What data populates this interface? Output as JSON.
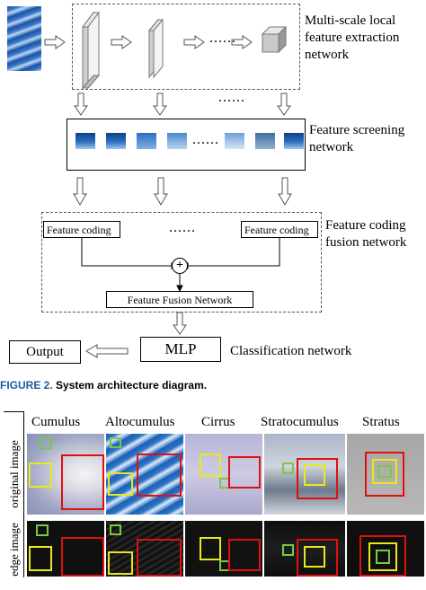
{
  "diagram": {
    "stage1_label": "Multi-scale local feature extraction network",
    "stage2_label": "Feature screening network",
    "stage3_label": "Feature coding fusion network",
    "feature_coding_left": "Feature coding",
    "feature_coding_right": "Feature coding",
    "plus": "+",
    "fusion_box": "Feature Fusion Network",
    "mlp": "MLP",
    "output": "Output",
    "classification_label": "Classification network",
    "ellipsis": "......"
  },
  "caption": {
    "figure_number": "FIGURE 2.",
    "text": "System architecture diagram."
  },
  "samples": {
    "row_labels": [
      "original image",
      "edge image"
    ],
    "columns": [
      "Cumulus",
      "Altocumulus",
      "Cirrus",
      "Stratocumulus",
      "Stratus"
    ]
  },
  "colors": {
    "red_box": "#e01010",
    "yellow_box": "#e8e81a",
    "green_box": "#7ac943",
    "caption_blue": "#1a5fa6"
  }
}
